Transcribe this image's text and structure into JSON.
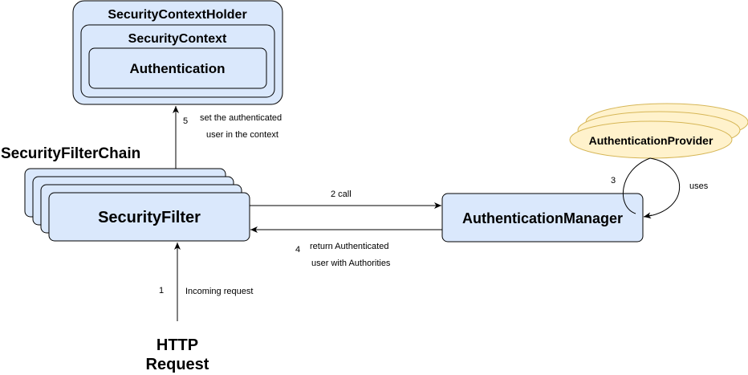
{
  "colors": {
    "box_fill": "#dae8fc",
    "box_stroke": "#000000",
    "provider_fill": "#fff2cc",
    "provider_stroke": "#d6b656",
    "edge": "#000000"
  },
  "nodes": {
    "security_context_holder": "SecurityContextHolder",
    "security_context": "SecurityContext",
    "authentication": "Authentication",
    "security_filter_chain": "SecurityFilterChain",
    "security_filter": "SecurityFilter",
    "authentication_manager": "AuthenticationManager",
    "authentication_provider": "AuthenticationProvider",
    "http_request_line1": "HTTP",
    "http_request_line2": "Request"
  },
  "edges": {
    "step1_number": "1",
    "step1_label": "Incoming request",
    "step2_label": "2  call",
    "step3_number": "3",
    "step3_label": "uses",
    "step4_number": "4",
    "step4_label_line1": "return Authenticated",
    "step4_label_line2": "user with Authorities",
    "step5_number": "5",
    "step5_label_line1": "set the authenticated",
    "step5_label_line2": "user in the context"
  }
}
